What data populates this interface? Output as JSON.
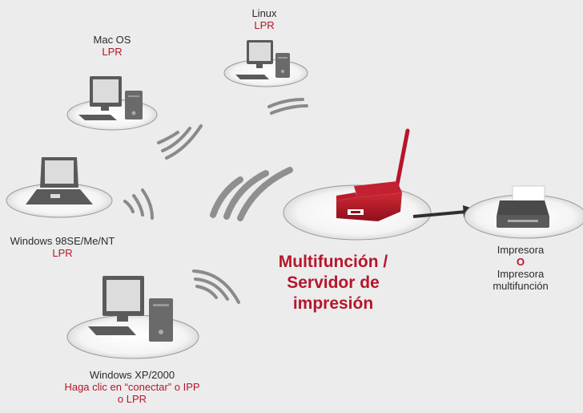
{
  "devices": {
    "linux": {
      "name": "Linux",
      "protocol": "LPR"
    },
    "mac": {
      "name": "Mac OS",
      "protocol": "LPR"
    },
    "win98": {
      "name": "Windows 98SE/Me/NT",
      "protocol": "LPR"
    },
    "winxp": {
      "name": "Windows XP/2000",
      "protocol_line1": "Haga clic en “conectar” o IPP",
      "protocol_line2": "o LPR"
    }
  },
  "server": {
    "title_line1": "Multifunción /",
    "title_line2": "Servidor de impresión"
  },
  "printer": {
    "line1": "Impresora",
    "line2": "O",
    "line3": "Impresora",
    "line4": "multifunción"
  },
  "colors": {
    "accent": "#b5162b",
    "background": "#ececec",
    "device_gray": "#5a5a5a"
  }
}
